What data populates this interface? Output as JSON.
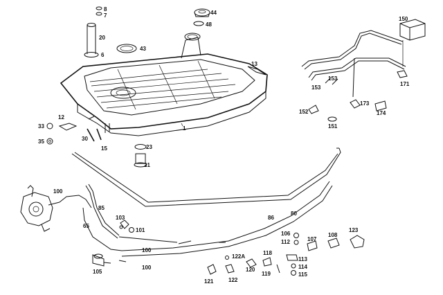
{
  "callouts": {
    "c1": "1",
    "c6": "6",
    "c7": "7",
    "c8": "8",
    "c12": "12",
    "c13": "13",
    "c15": "15",
    "c20": "20",
    "c21": "21",
    "c23": "23",
    "c30": "30",
    "c33": "33",
    "c35": "35",
    "c43": "43",
    "c44": "44",
    "c48": "48",
    "c65": "65",
    "c80": "80",
    "c85": "85",
    "c86": "86",
    "c100a": "100",
    "c100b": "100",
    "c100c": "100",
    "c101": "101",
    "c103": "103",
    "c105": "105",
    "c106": "106",
    "c107": "107",
    "c108": "108",
    "c112": "112",
    "c113": "113",
    "c114": "114",
    "c115": "115",
    "c118": "118",
    "c119": "119",
    "c120": "120",
    "c121": "121",
    "c122": "122",
    "c122a": "122A",
    "c123": "123",
    "c150": "150",
    "c151": "151",
    "c152": "152",
    "c153a": "153",
    "c153b": "153",
    "c171": "171",
    "c173": "173",
    "c174": "174"
  }
}
